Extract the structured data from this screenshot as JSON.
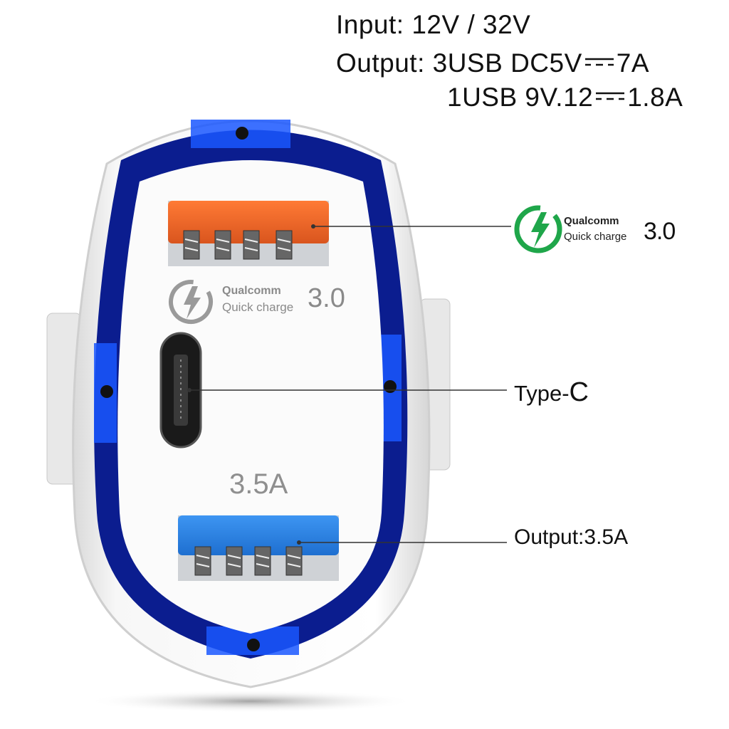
{
  "specs": {
    "input": "Input: 12V / 32V",
    "output_prefix": "Output: 3USB DC5V",
    "output_suffix": "7A",
    "output2_prefix": "1USB 9V.12",
    "output2_suffix": "1.8A"
  },
  "callouts": {
    "qc_brand": "Qualcomm",
    "qc_sub": "Quick charge",
    "qc_version": "3.0",
    "type_c_prefix": "Type-",
    "type_c_letter": "C",
    "output_label": "Output:3.5A"
  },
  "device": {
    "logo_brand": "Qualcomm",
    "logo_sub": "Quick charge",
    "logo_version": "3.0",
    "rating": "3.5A"
  },
  "colors": {
    "ring_blue": "#0b1d8f",
    "accent_blue": "#1a57ff",
    "port_orange": "#f06a2a",
    "port_blue": "#2f86e8",
    "qc_green": "#1fa64a"
  }
}
